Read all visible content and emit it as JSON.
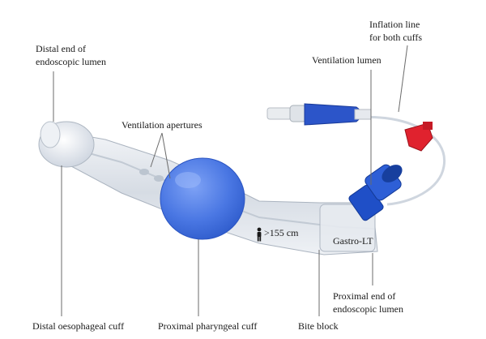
{
  "labels": {
    "distal_end": [
      "Distal end of",
      "endoscopic lumen"
    ],
    "inflation_line": [
      "Inflation line",
      "for both cuffs"
    ],
    "ventilation_lumen": "Ventilation lumen",
    "ventilation_apertures": "Ventilation apertures",
    "proximal_end": [
      "Proximal end of",
      "endoscopic lumen"
    ],
    "distal_cuff": "Distal oesophageal cuff",
    "proximal_cuff": "Proximal pharyngeal cuff",
    "bite_block": "Bite block"
  },
  "device_markings": {
    "height": ">155 cm",
    "brand": "Gastro-LT"
  },
  "colors": {
    "cuff_blue": "#3f6fe0",
    "connector_blue": "#1f4fc7",
    "valve_red": "#e0222e",
    "tube_clear": "#d8dee6",
    "leader_line": "#6b6b6b"
  },
  "icons": {
    "person": "person-silhouette-icon"
  }
}
